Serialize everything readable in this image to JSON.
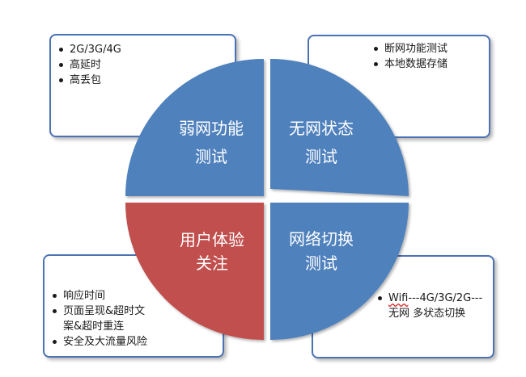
{
  "colors": {
    "blue": "#4f81bd",
    "red": "#c0504d",
    "box_border": "#4b72b3",
    "text_dark": "#1a1a1a",
    "text_light": "#ffffff"
  },
  "quadrants": {
    "top_left": {
      "line1": "弱网功能",
      "line2": "测试"
    },
    "top_right": {
      "line1": "无网状态",
      "line2": "测试"
    },
    "bottom_left": {
      "line1": "用户体验",
      "line2": "关注"
    },
    "bottom_right": {
      "line1": "网络切换",
      "line2": "测试"
    }
  },
  "boxes": {
    "top_left": {
      "items": [
        "2G/3G/4G",
        "高延时",
        "高丢包"
      ]
    },
    "top_right": {
      "items": [
        "断网功能测试",
        "本地数据存储"
      ]
    },
    "bottom_left": {
      "item1": "响应时间",
      "item2_line1": "页面呈现&超时文",
      "item2_line2": "案&超时重连",
      "item3": "安全及大流量风险"
    },
    "bottom_right": {
      "item1_wifi": "Wifi",
      "item1_rest": "---4G/3G/2G---",
      "item1_line2": "无网 多状态切换"
    }
  }
}
